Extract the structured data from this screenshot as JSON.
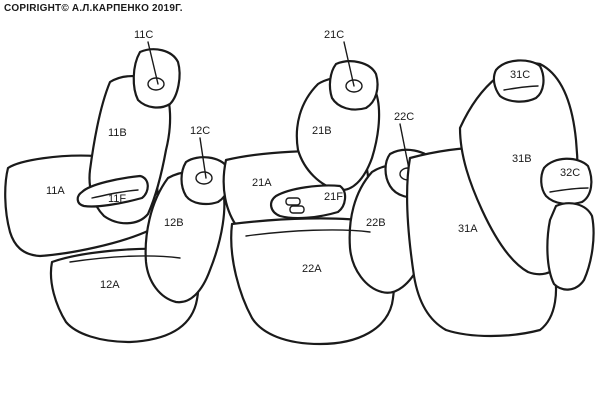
{
  "copyright": "COPIRIGHT© А.Л.КАРПЕНКО 2019Г.",
  "parts": {
    "p11C": "11C",
    "p11B": "11B",
    "p11A": "11A",
    "p11F": "11F",
    "p12C": "12C",
    "p12B": "12B",
    "p12A": "12A",
    "p21C": "21C",
    "p21B": "21B",
    "p21A": "21A",
    "p21F": "21F",
    "p22C": "22C",
    "p22B": "22B",
    "p22A": "22A",
    "p31C": "31C",
    "p31B": "31B",
    "p31A": "31A",
    "p32C": "32C"
  }
}
